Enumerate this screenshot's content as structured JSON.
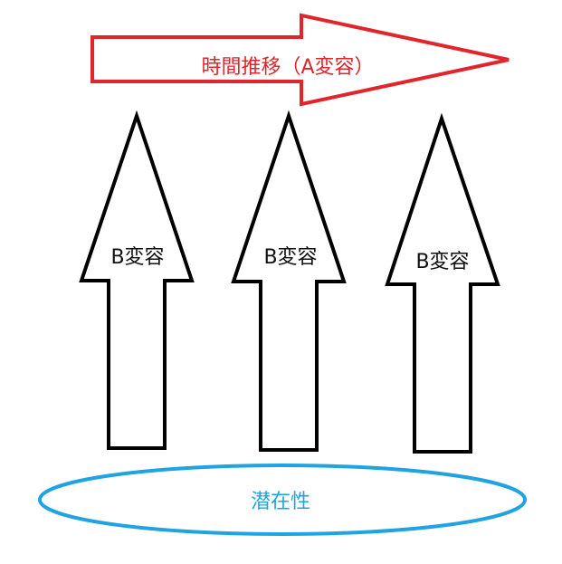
{
  "time_arrow": {
    "label": "時間推移（A変容）",
    "color": "#e0252c"
  },
  "b_arrows": [
    {
      "label": "B変容"
    },
    {
      "label": "B変容"
    },
    {
      "label": "B変容"
    }
  ],
  "b_arrow_color": "#000000",
  "latent_ellipse": {
    "label": "潜在性",
    "color": "#1fa3e1"
  }
}
